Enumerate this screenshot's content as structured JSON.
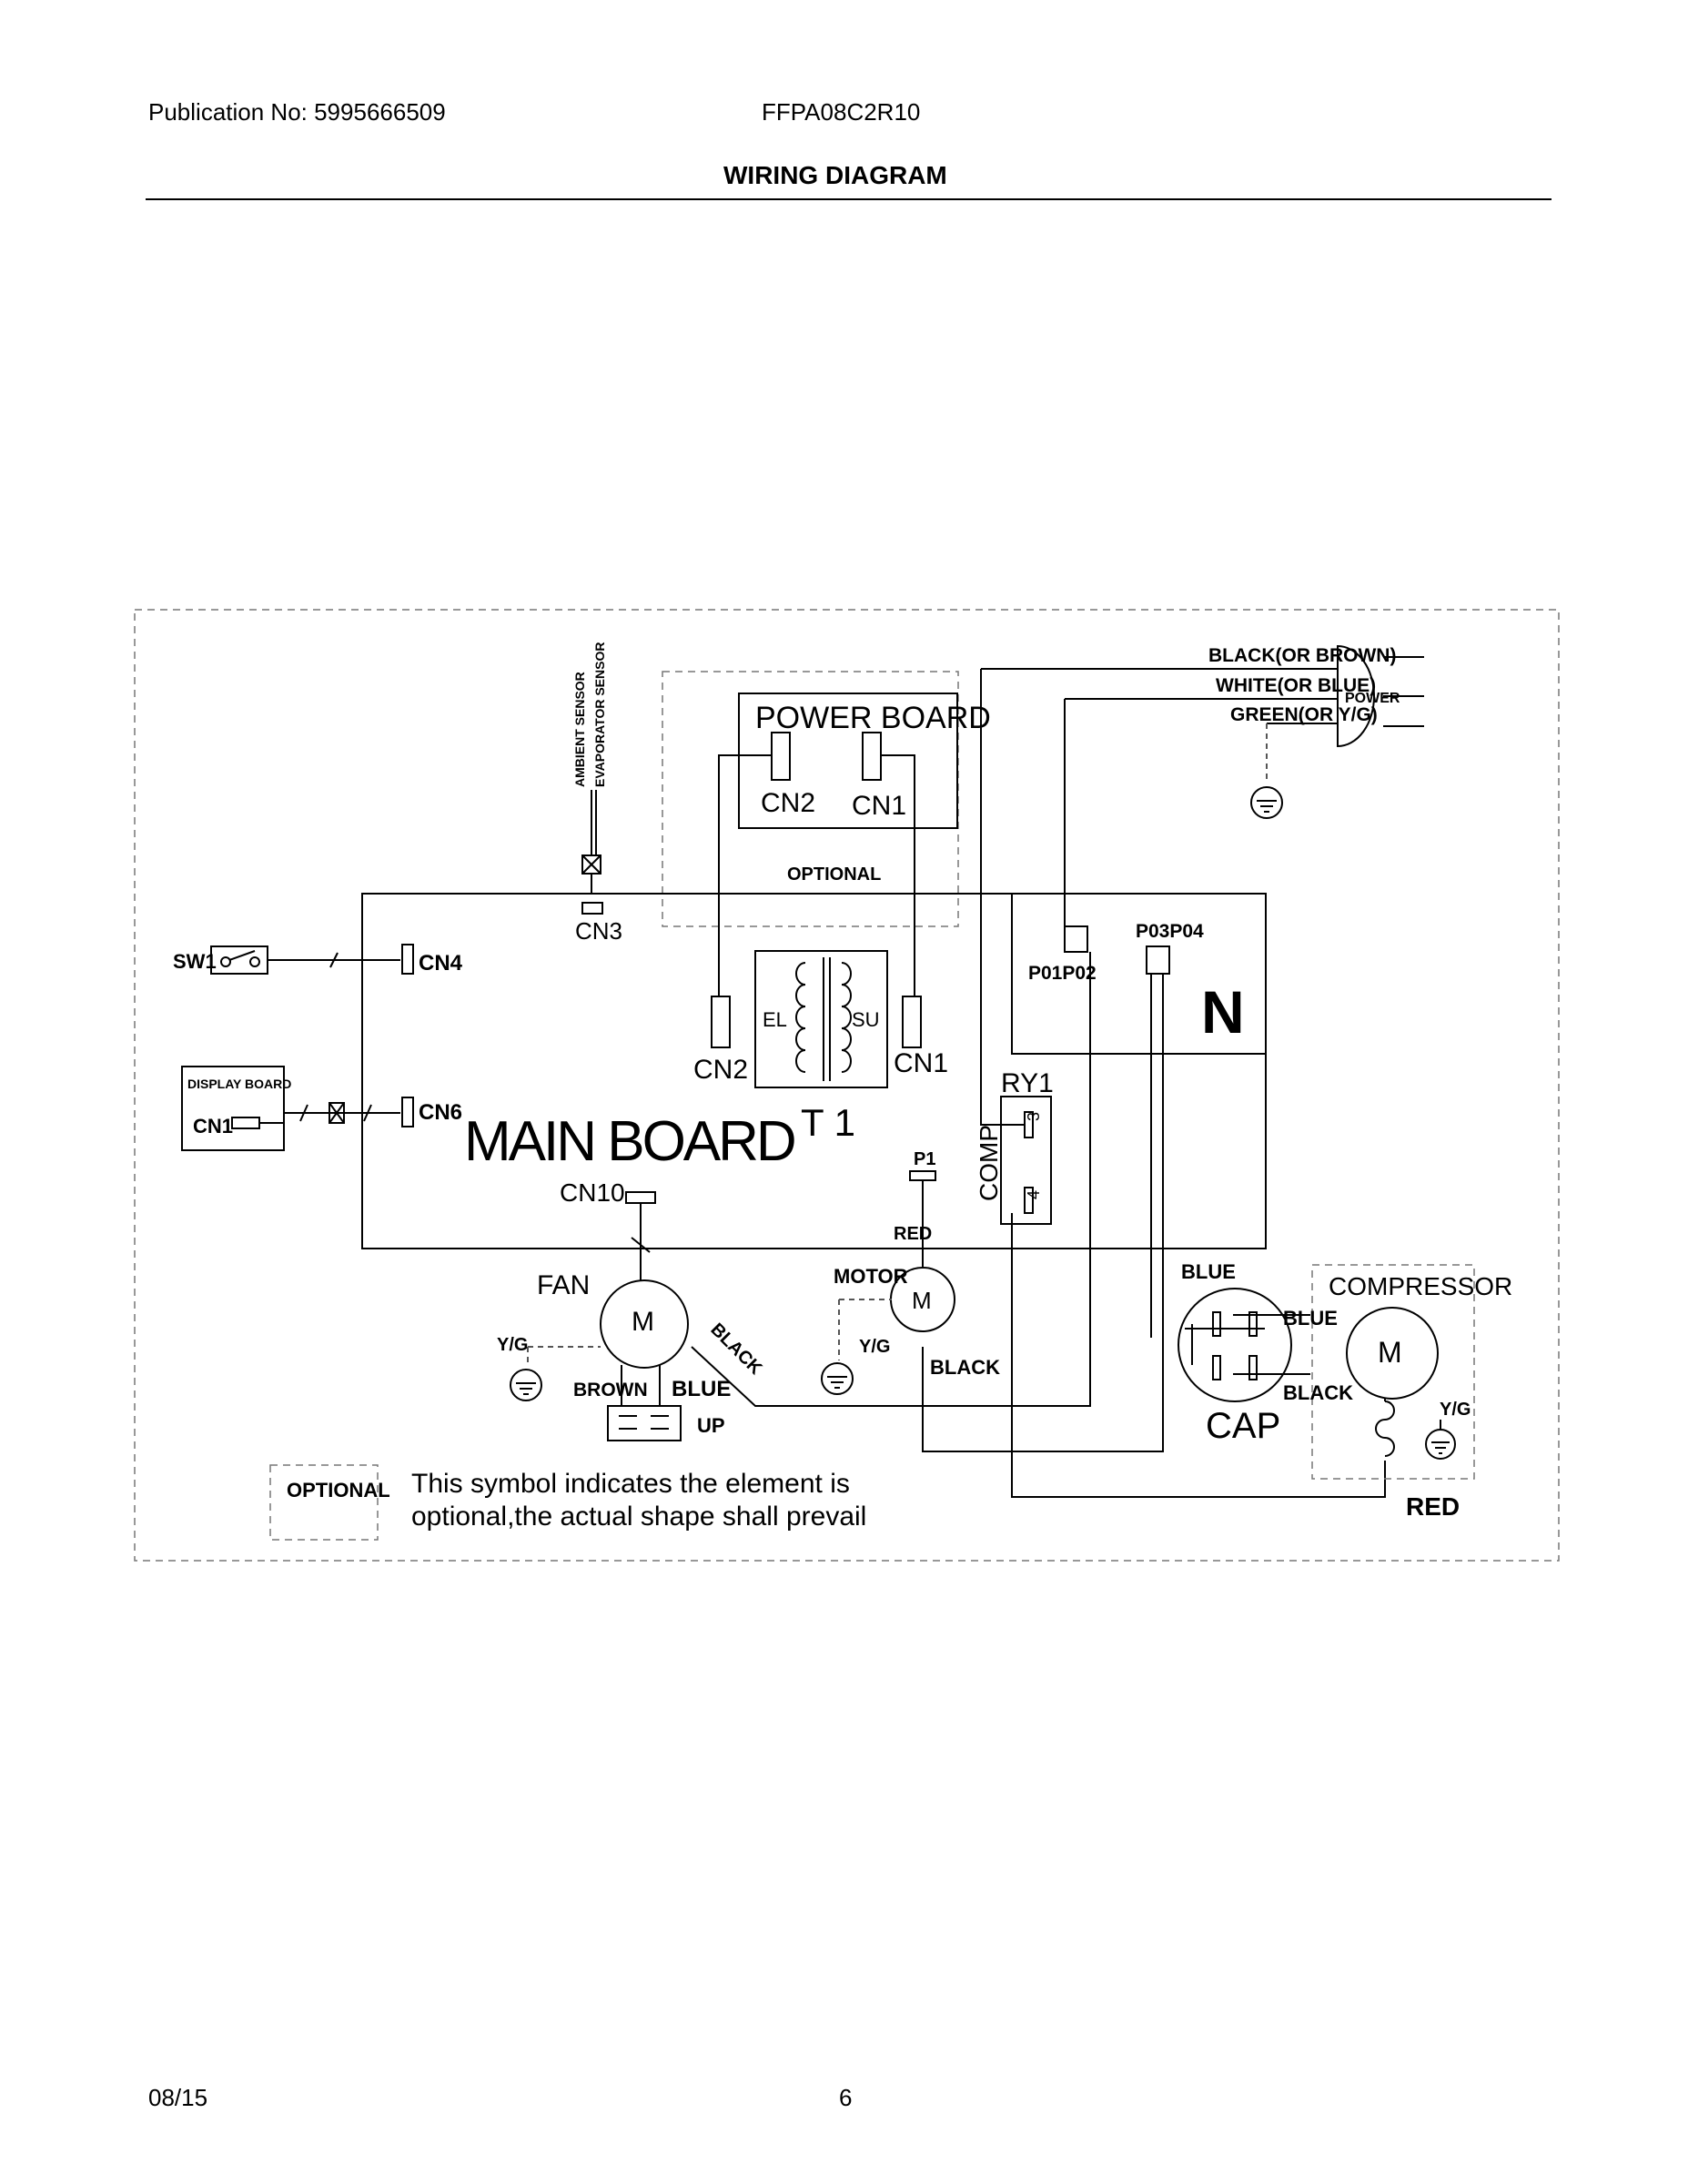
{
  "header": {
    "publication": "Publication No: 5995666509",
    "model": "FFPA08C2R10",
    "title": "WIRING DIAGRAM"
  },
  "footer": {
    "date": "08/15",
    "page": "6"
  },
  "diagram": {
    "main_board": "MAIN BOARD",
    "power_board": "POWER BOARD",
    "optional_tag": "OPTIONAL",
    "sensors": {
      "ambient": "AMBIENT SENSOR",
      "evaporator": "EVAPORATOR SENSOR"
    },
    "connectors": {
      "cn3": "CN3",
      "cn4": "CN4",
      "cn6": "CN6",
      "cn10": "CN10",
      "cn1_main": "CN1",
      "cn2_main": "CN2",
      "cn1_power": "CN1",
      "cn2_power": "CN2",
      "cn1_display": "CN1",
      "p01p02": "P01P02",
      "p03p04": "P03P04",
      "p1": "P1"
    },
    "components": {
      "sw1": "SW1",
      "display_board": "DISPLAY BOARD",
      "transformer": "T 1",
      "transformer_el": "EL",
      "transformer_su": "SU",
      "relay": "RY1",
      "relay_pin3": "3",
      "relay_pin4": "4",
      "comp": "COMP",
      "neutral": "N",
      "fan": "FAN",
      "motor": "MOTOR",
      "motor_symbol": "M",
      "capacitor": "CAP",
      "compressor": "COMPRESSOR",
      "up": "UP",
      "power_plug": "POWER"
    },
    "wires": {
      "black_or_brown": "BLACK(OR BROWN)",
      "white_or_blue": "WHITE(OR BLUE)",
      "green_or_yg": "GREEN(OR Y/G)",
      "yg_fan": "Y/G",
      "yg_motor": "Y/G",
      "yg_compressor": "Y/G",
      "brown": "BROWN",
      "blue_fan": "BLUE",
      "black_fan": "BLACK",
      "red_motor": "RED",
      "black_motor": "BLACK",
      "blue_cap_top": "BLUE",
      "blue_cap": "BLUE",
      "black_cap": "BLACK",
      "red_compressor": "RED"
    },
    "legend": {
      "tag": "OPTIONAL",
      "line1": "This symbol indicates the element is",
      "line2": "optional,the actual shape shall prevail"
    }
  }
}
